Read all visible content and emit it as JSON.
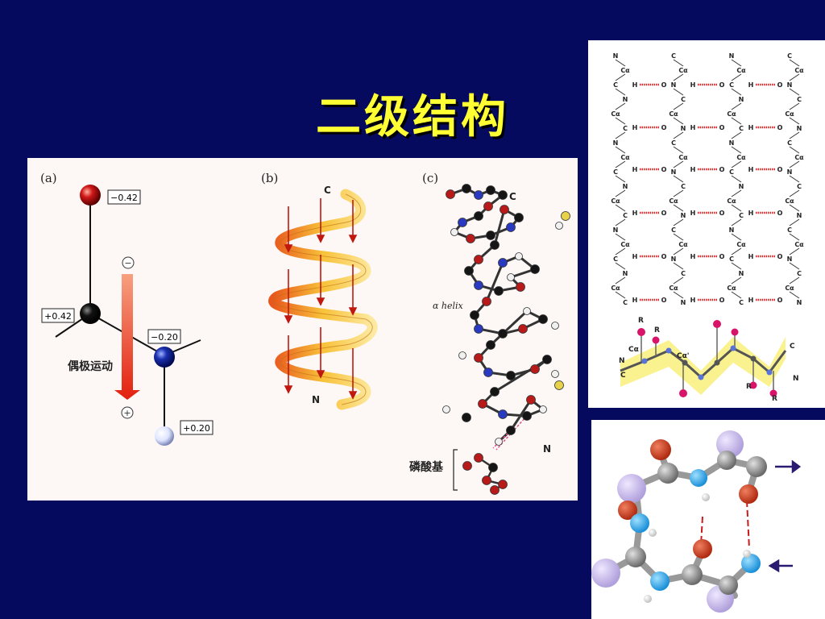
{
  "slide": {
    "title": "二级结构",
    "colors": {
      "background": "#050a5e",
      "title": "#ffff33",
      "helix": "#f4a22a",
      "arrow": "#e63a1e"
    }
  },
  "panel_a": {
    "label": "(a)",
    "charge_top": "−0.42",
    "charge_left": "+0.42",
    "charge_mid": "−0.20",
    "charge_bottom": "+0.20",
    "sign_minus": "−",
    "sign_plus": "+",
    "dipole_label": "偶极运动"
  },
  "panel_b": {
    "label": "(b)",
    "end_c": "C",
    "end_n": "N"
  },
  "panel_c": {
    "label": "(c)",
    "end_c": "C",
    "end_n": "N",
    "helix_label": "α helix",
    "phosphate_label": "磷酸基"
  },
  "panel_beta": {
    "atom_n": "N",
    "atom_c": "C",
    "atom_ca": "Cα",
    "atom_o": "O",
    "atom_h": "H",
    "pleat_r": "R",
    "pleat_c": "C",
    "pleat_n": "N",
    "pleat_ca": "Cα",
    "pleat_ca2": "Cα'"
  }
}
